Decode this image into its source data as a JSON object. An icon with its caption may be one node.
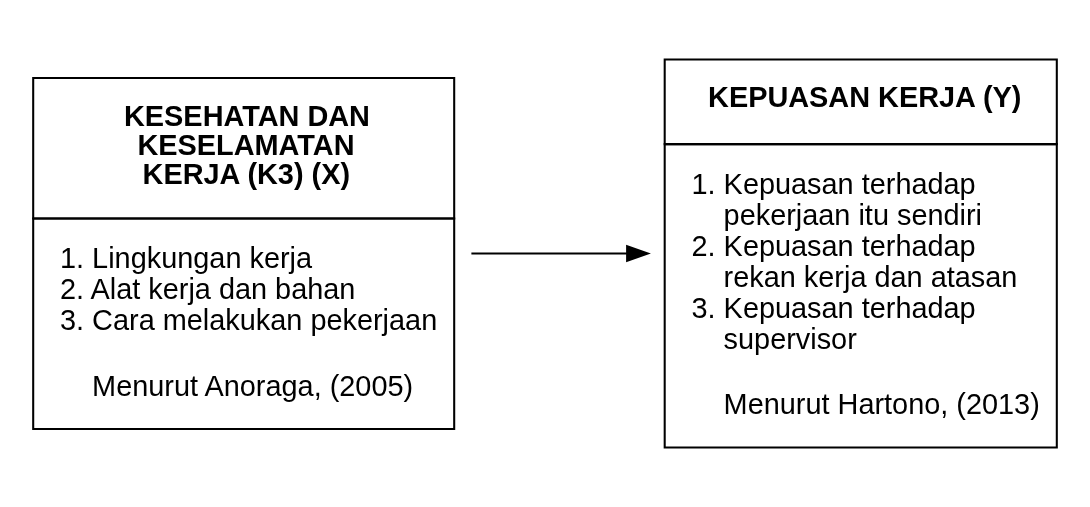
{
  "diagram": {
    "nodes": [
      {
        "text": [
          "KESEHATAN DAN KESELAMATAN KERJA (K3) (X)",
          "1. Lingkungan kerja",
          "2. Alat kerja dan bahan",
          "3. Cara melakukan pekerjaan",
          "Menurut Anoraga, (2005)"
        ]
      },
      {
        "text": [
          "KEPUASAN KERJA (Y)",
          "1. Kepuasan terhadap pekerjaan itu sendiri",
          "2. Kepuasan terhadap rekan kerja dan atasan",
          "3. Kepuasan terhadap supervisor",
          "Menurut Hartono, (2013)"
        ]
      }
    ],
    "edges": [
      {
        "from": 0,
        "to": 1,
        "arrow": "to"
      }
    ]
  }
}
